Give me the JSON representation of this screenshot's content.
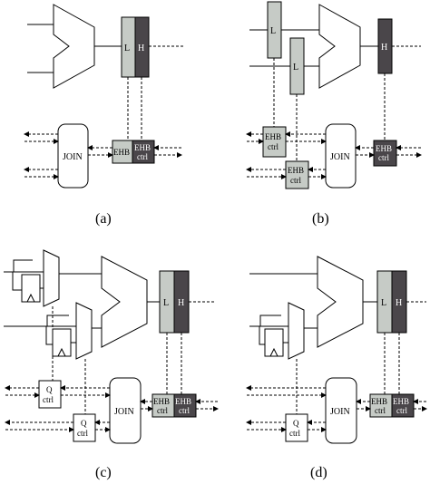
{
  "labels": {
    "L": "L",
    "H": "H",
    "join": "JOIN",
    "ehb": "EHB",
    "ehb_ctrl": "EHB",
    "ctrl": "ctrl",
    "q": "Q",
    "q_ctrl": "ctrl"
  },
  "captions": {
    "a": "(a)",
    "b": "(b)",
    "c": "(c)",
    "d": "(d)"
  },
  "colors": {
    "light_cell": "#c6cbc6",
    "dark_cell": "#4a464a"
  }
}
